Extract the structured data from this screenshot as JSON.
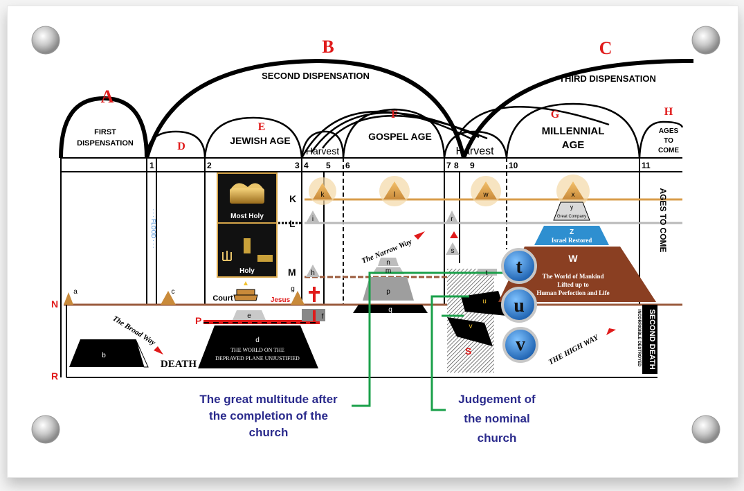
{
  "dispensations": {
    "a": {
      "letter": "A",
      "name1": "FIRST",
      "name2": "DISPENSATION"
    },
    "b": {
      "letter": "B",
      "name": "SECOND DISPENSATION"
    },
    "c": {
      "letter": "C",
      "name": "THIRD DISPENSATION"
    }
  },
  "ages": {
    "d": {
      "letter": "D"
    },
    "e": {
      "letter": "E",
      "name": "JEWISH AGE"
    },
    "f": {
      "letter": "F",
      "name": "GOSPEL AGE"
    },
    "g": {
      "letter": "G",
      "name1": "MILLENNIAL",
      "name2": "AGE"
    },
    "h": {
      "letter": "H",
      "name1": "AGES",
      "name2": "TO",
      "name3": "COME"
    }
  },
  "harvest_label": "Harvest",
  "period_numbers": [
    "1",
    "2",
    "3",
    "4",
    "5",
    "6",
    "7",
    "8",
    "9",
    "10",
    "11"
  ],
  "planes": {
    "K": "K",
    "L": "L",
    "M": "M",
    "N": "N",
    "P": "P",
    "R": "R",
    "S": "S"
  },
  "tabernacle": {
    "most_holy": "Most Holy",
    "holy": "Holy",
    "court": "Court"
  },
  "flood_label": "· · · FLOOD · · ·",
  "jesus_label": "Jesus",
  "ways": {
    "broad": "The Broad Way",
    "narrow": "The Narrow Way",
    "high": "THE HIGH WAY"
  },
  "death_label": "DEATH",
  "ages_to_come_vertical": "AGES TO COME",
  "second_death": {
    "title": "SECOND DEATH",
    "sub": "INCORRIGIBLE DESTROYED"
  },
  "pyramid_labels": {
    "a": "a",
    "b": "b",
    "c": "c",
    "d": "d",
    "e": "e",
    "f": "f",
    "g": "g",
    "h": "h",
    "i": "i",
    "k": "k",
    "l": "l",
    "m": "m",
    "n": "n",
    "p": "p",
    "q": "q",
    "r": "r",
    "s": "s",
    "t": "t",
    "u": "u",
    "v": "v",
    "w": "w",
    "x": "x"
  },
  "world_unjustified": {
    "line1": "THE WORLD ON THE",
    "line2": "DEPRAVED PLANE UNJUSTIFIED"
  },
  "millennial_pyramid": {
    "y": "y",
    "y_sub": "Great Company",
    "z": "Z",
    "z_sub": "Israel Restored",
    "w": "W",
    "w_line1": "The World of Mankind",
    "w_line2": "Lifted up to",
    "w_line3": "Human Perfection and Life"
  },
  "callouts": {
    "t": "t",
    "u": "u",
    "v": "v",
    "multitude": [
      "The great multitude after",
      "the completion of the",
      "church"
    ],
    "judgement": [
      "Judgement of",
      "the nominal",
      "church"
    ]
  },
  "colors": {
    "red": "#e01b1b",
    "ground": "#9a5a3c",
    "gold": "#d89c4a",
    "grey": "#b9b9b9",
    "blue_text": "#2a2a8c",
    "green": "#1aa04a",
    "callout_blue": "#2f7fd2"
  }
}
